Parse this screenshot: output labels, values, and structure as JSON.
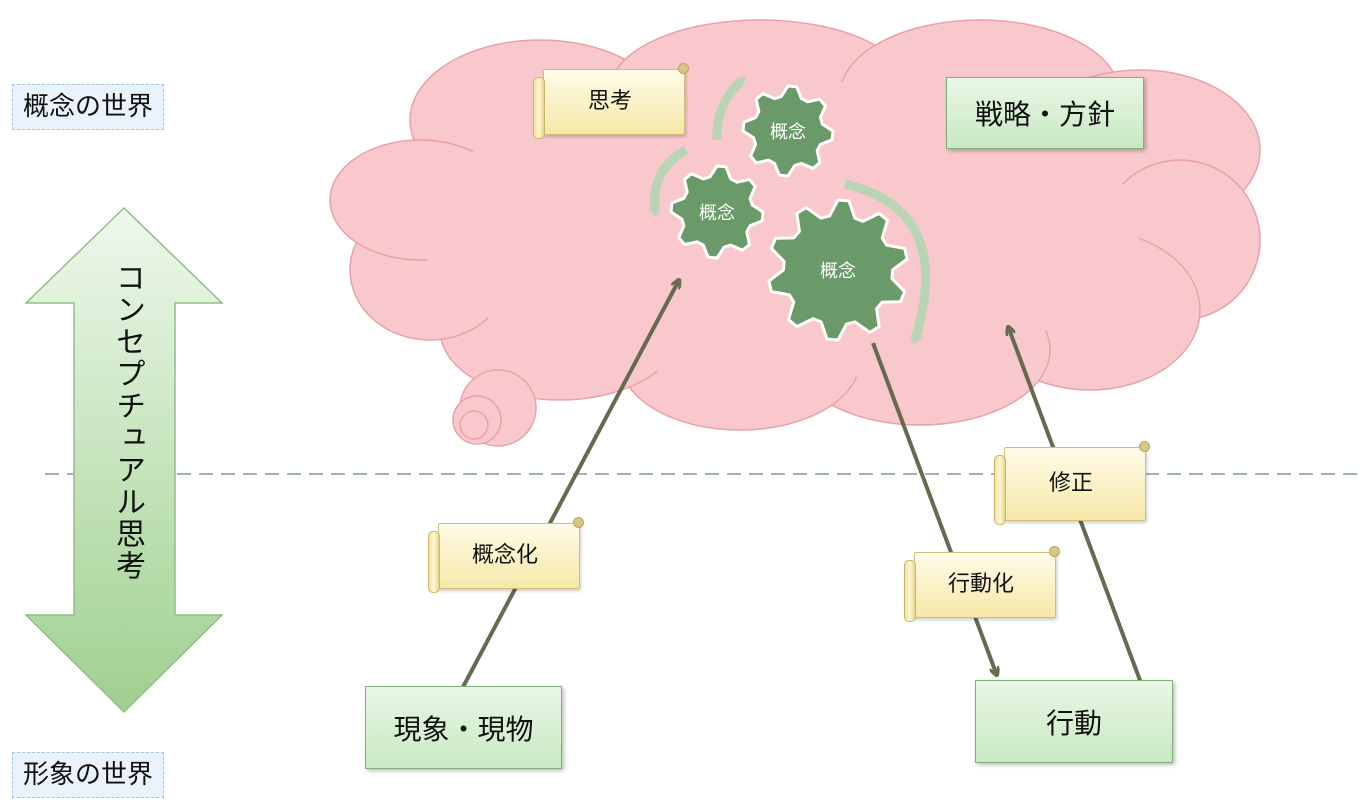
{
  "world_top": "概念の世界",
  "world_bottom": "形象の世界",
  "side_arrow_text": "コンセプチュアル思考",
  "thought_label": "思考",
  "strategy_label": "戦略・方針",
  "gears": [
    "概念",
    "概念",
    "概念"
  ],
  "phenomenon_label": "現象・現物",
  "action_label": "行動",
  "conceptualize_label": "概念化",
  "actionize_label": "行動化",
  "revise_label": "修正",
  "colors": {
    "cloud_fill": "#f9c8cc",
    "cloud_stroke": "#e7a2a8",
    "gear_fill": "#6a9a6a",
    "flow_arrow": "#666b50",
    "rotation_arrow": "#b9d3b5",
    "side_arrow_light": "#eef8ec",
    "side_arrow_dark": "#9fd08f"
  }
}
